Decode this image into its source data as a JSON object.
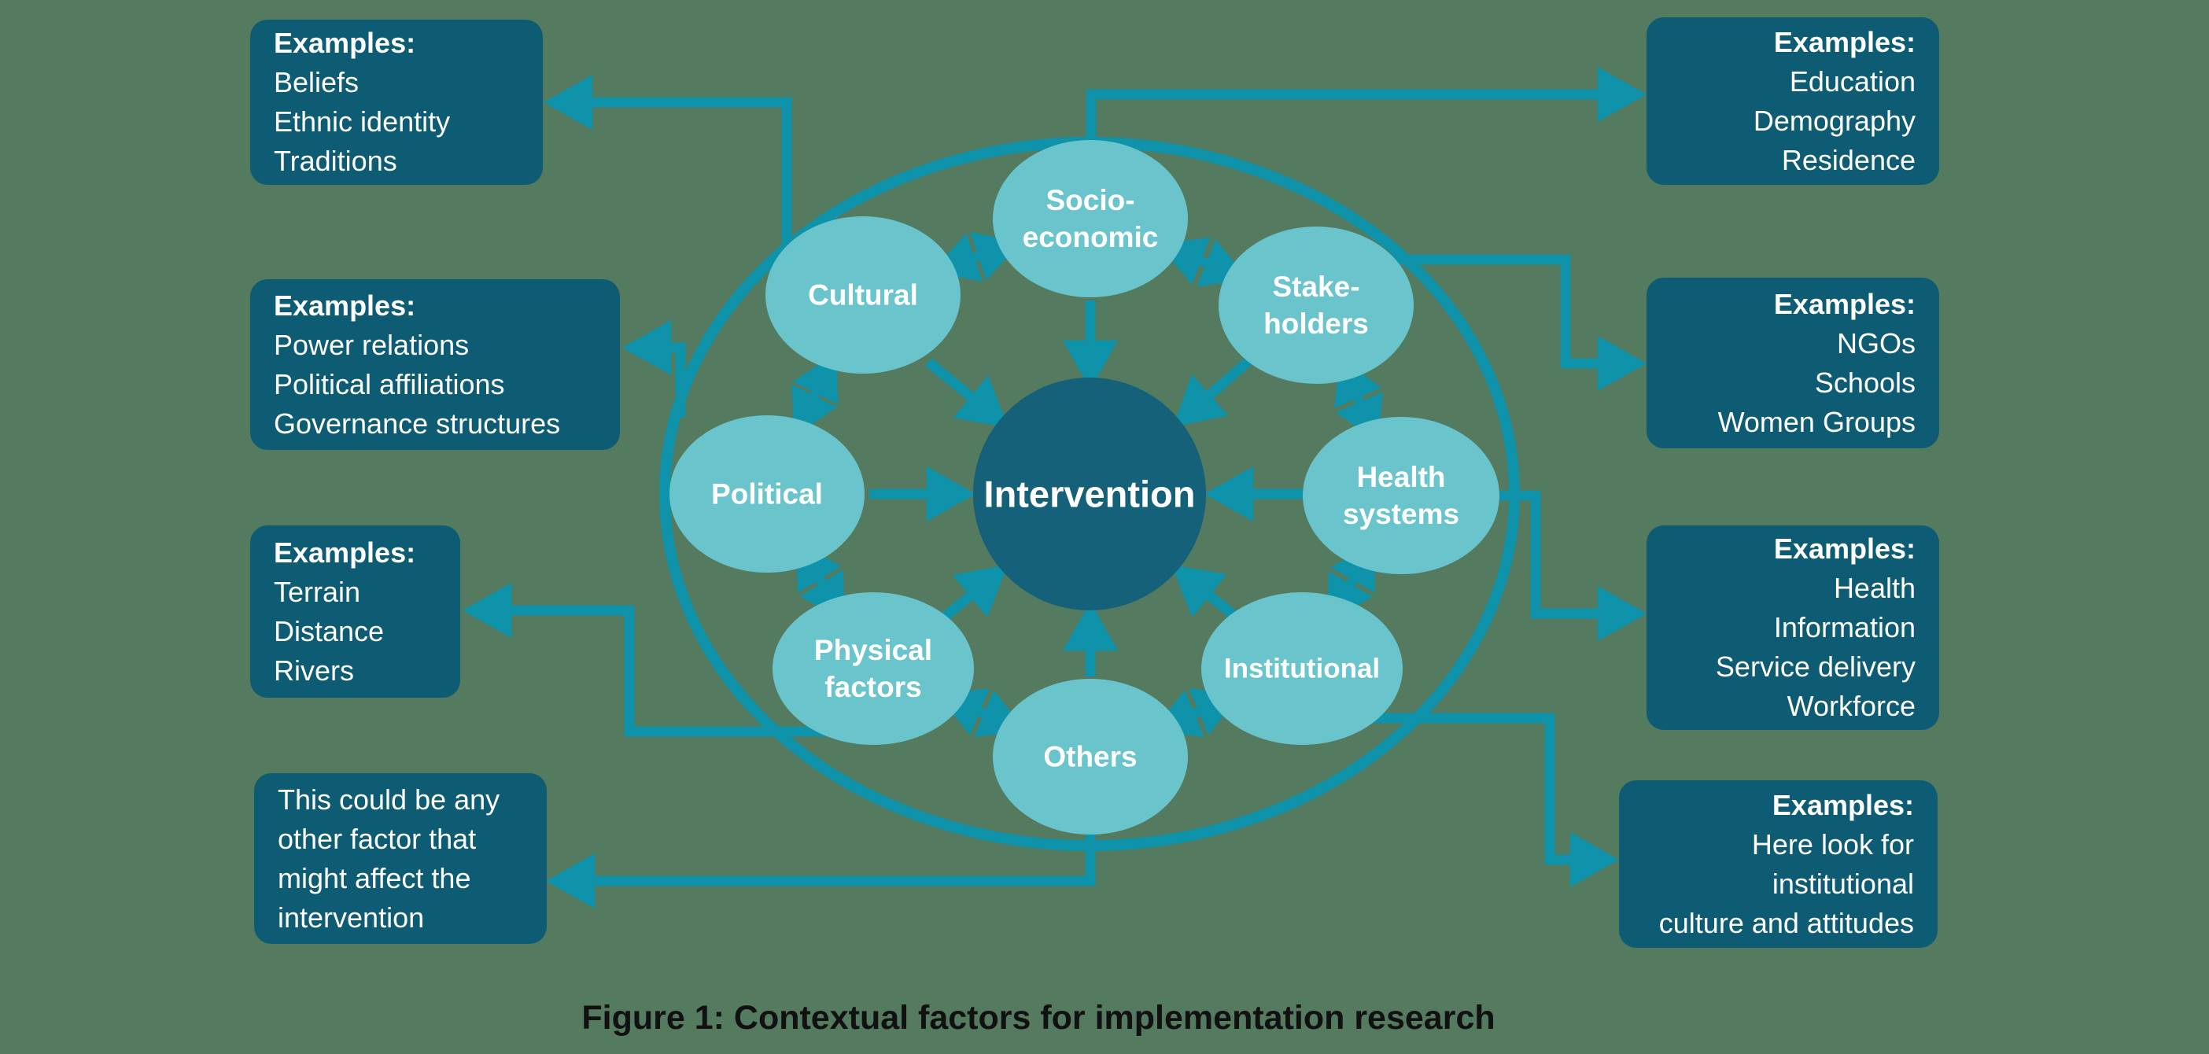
{
  "caption": "Figure 1: Contextual factors for implementation research",
  "center": {
    "label": "Intervention"
  },
  "factors": [
    {
      "label": "Socio-\neconomic"
    },
    {
      "label": "Stake-\nholders"
    },
    {
      "label": "Health\nsystems"
    },
    {
      "label": "Institutional"
    },
    {
      "label": "Others"
    },
    {
      "label": "Physical\nfactors"
    },
    {
      "label": "Political"
    },
    {
      "label": "Cultural"
    }
  ],
  "boxes": {
    "top_left": {
      "title": "Examples:",
      "lines": "Beliefs\nEthnic identity\nTraditions"
    },
    "mid_left": {
      "title": "Examples:",
      "lines": "Power relations\nPolitical affiliations\nGovernance structures"
    },
    "low_left": {
      "title": "Examples:",
      "lines": "Terrain\nDistance\nRivers"
    },
    "bottom_left": {
      "title": "",
      "lines": "This could be any\nother factor that\nmight affect the\nintervention"
    },
    "top_right": {
      "title": "Examples:",
      "lines": "Education\nDemography\nResidence"
    },
    "mid_right": {
      "title": "Examples:",
      "lines": "NGOs\nSchools\nWomen Groups"
    },
    "low_right": {
      "title": "Examples:",
      "lines": "Health\nInformation\nService delivery\nWorkforce"
    },
    "bottom_right": {
      "title": "Examples:",
      "lines": "Here look for\ninstitutional\nculture and attitudes"
    }
  },
  "colors": {
    "background": "#547a5f",
    "box_fill": "#0d5c73",
    "ellipse_fill": "#69c4cc",
    "center_circle_fill": "#15617a",
    "arrow": "#0e93ab",
    "text_light": "#ffffff",
    "caption_text": "#111111"
  }
}
